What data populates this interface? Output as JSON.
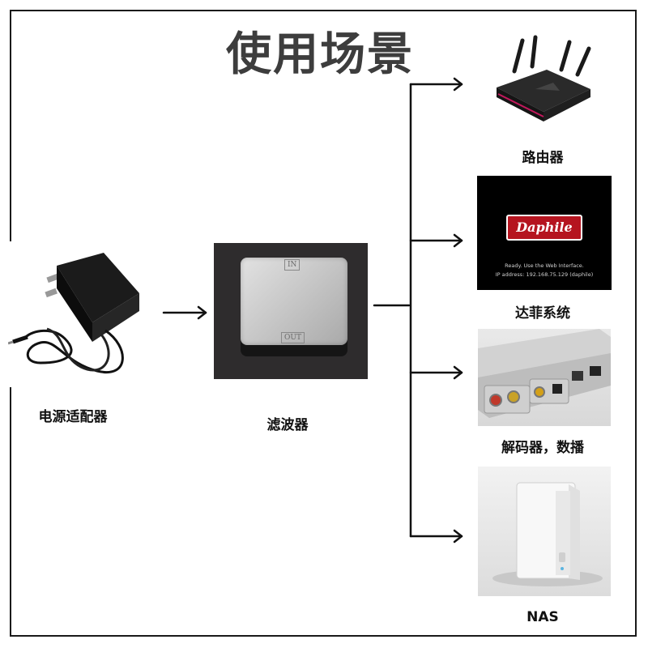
{
  "title": "使用场景",
  "nodes": {
    "adapter": {
      "label": "电源适配器"
    },
    "filter": {
      "label": "滤波器",
      "port_in": "IN",
      "port_out": "OUT"
    },
    "router": {
      "label": "路由器"
    },
    "daphile": {
      "label": "达菲系统",
      "logo_text": "Daphile",
      "status_line_1": "Ready. Use the Web Interface.",
      "status_line_2": "IP address: 192.168.75.129 (daphile)"
    },
    "dac": {
      "label": "解码器，数播"
    },
    "nas": {
      "label": "NAS"
    }
  },
  "colors": {
    "title": "#3d3d3d",
    "line": "#111111",
    "router_accent": "#c2185b"
  }
}
